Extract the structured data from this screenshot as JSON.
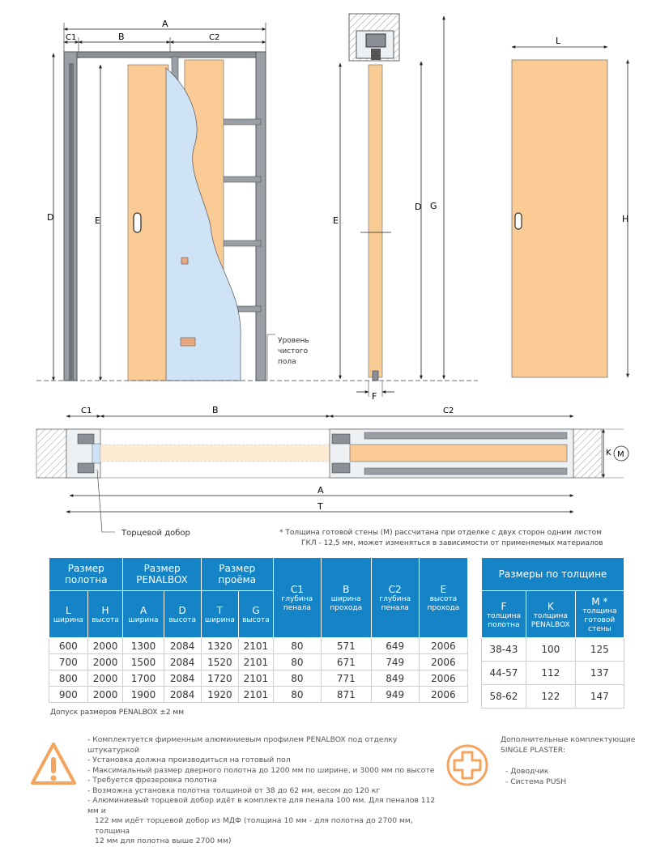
{
  "colors": {
    "door": "#fbcb95",
    "glass": "#cfe3f7",
    "frame": "#8b8f96",
    "accent": "#1584c7",
    "warning": "#f3a560"
  },
  "drawing": {
    "labels": {
      "A": "A",
      "B": "B",
      "C1": "C1",
      "C2": "C2",
      "D": "D",
      "E": "E",
      "F": "F",
      "G": "G",
      "H": "H",
      "L": "L",
      "K": "K",
      "M": "M",
      "T": "T"
    },
    "floor_label_lines": [
      "Уровень",
      "чистого",
      "пола"
    ],
    "end_board_label": "Торцевой добор",
    "wall_note_lines": [
      "* Толщина готовой стены (M) рассчитана при отделке с двух сторон одним листом",
      "ГКЛ - 12,5 мм, может изменяться в зависимости от применяемых материалов"
    ]
  },
  "main_table": {
    "group_headers": [
      "Размер полотна",
      "Размер PENALBOX",
      "Размер  проёма"
    ],
    "single_headers": [
      {
        "code": "C1",
        "desc": "глубина пенала"
      },
      {
        "code": "B",
        "desc": "ширина прохода"
      },
      {
        "code": "C2",
        "desc": "глубина пенала"
      },
      {
        "code": "E",
        "desc": "высота прохода"
      }
    ],
    "sub_headers": [
      {
        "code": "L",
        "desc": "ширина"
      },
      {
        "code": "H",
        "desc": "высота"
      },
      {
        "code": "A",
        "desc": "ширина"
      },
      {
        "code": "D",
        "desc": "высота"
      },
      {
        "code": "T",
        "desc": "ширина"
      },
      {
        "code": "G",
        "desc": "высота"
      }
    ],
    "rows": [
      [
        "600",
        "2000",
        "1300",
        "2084",
        "1320",
        "2101",
        "80",
        "571",
        "649",
        "2006"
      ],
      [
        "700",
        "2000",
        "1500",
        "2084",
        "1520",
        "2101",
        "80",
        "671",
        "749",
        "2006"
      ],
      [
        "800",
        "2000",
        "1700",
        "2084",
        "1720",
        "2101",
        "80",
        "771",
        "849",
        "2006"
      ],
      [
        "900",
        "2000",
        "1900",
        "2084",
        "1920",
        "2101",
        "80",
        "871",
        "949",
        "2006"
      ]
    ],
    "tolerance": "Допуск размеров PENALBOX ±2 мм"
  },
  "side_table": {
    "title": "Размеры по толщине",
    "headers": [
      {
        "code": "F",
        "desc": "толщина полотна"
      },
      {
        "code": "K",
        "desc": "толщина PENALBOX"
      },
      {
        "code": "M *",
        "desc": "толщина готовой стены"
      }
    ],
    "rows": [
      [
        "38-43",
        "100",
        "125"
      ],
      [
        "44-57",
        "112",
        "137"
      ],
      [
        "58-62",
        "122",
        "147"
      ]
    ]
  },
  "notes": [
    "- Комплектуется фирменным алюминиевым профилем PENALBOX под отделку штукатуркой",
    "- Установка должна производиться на готовый пол",
    "- Максимальный размер дверного полотна до 1200 мм по ширине, и 3000 мм по высоте",
    "- Требуется фрезеровка полотна",
    "- Возможна установка полотна толщиной от 38 до 62 мм, весом до 120 кг",
    "- Алюминиевый торцевой добор идёт в комплекте для пенала 100 мм. Для пеналов 112 мм и",
    "122 мм идёт торцевой добор из МДФ (толщина 10 мм - для полотна до 2700 мм, толщина",
    "12 мм для полотна выше 2700 мм)"
  ],
  "extras": {
    "title_lines": [
      "Дополнительные комплектующие",
      "SINGLE PLASTER:"
    ],
    "items": [
      "- Доводчик",
      "- Система PUSH"
    ]
  }
}
